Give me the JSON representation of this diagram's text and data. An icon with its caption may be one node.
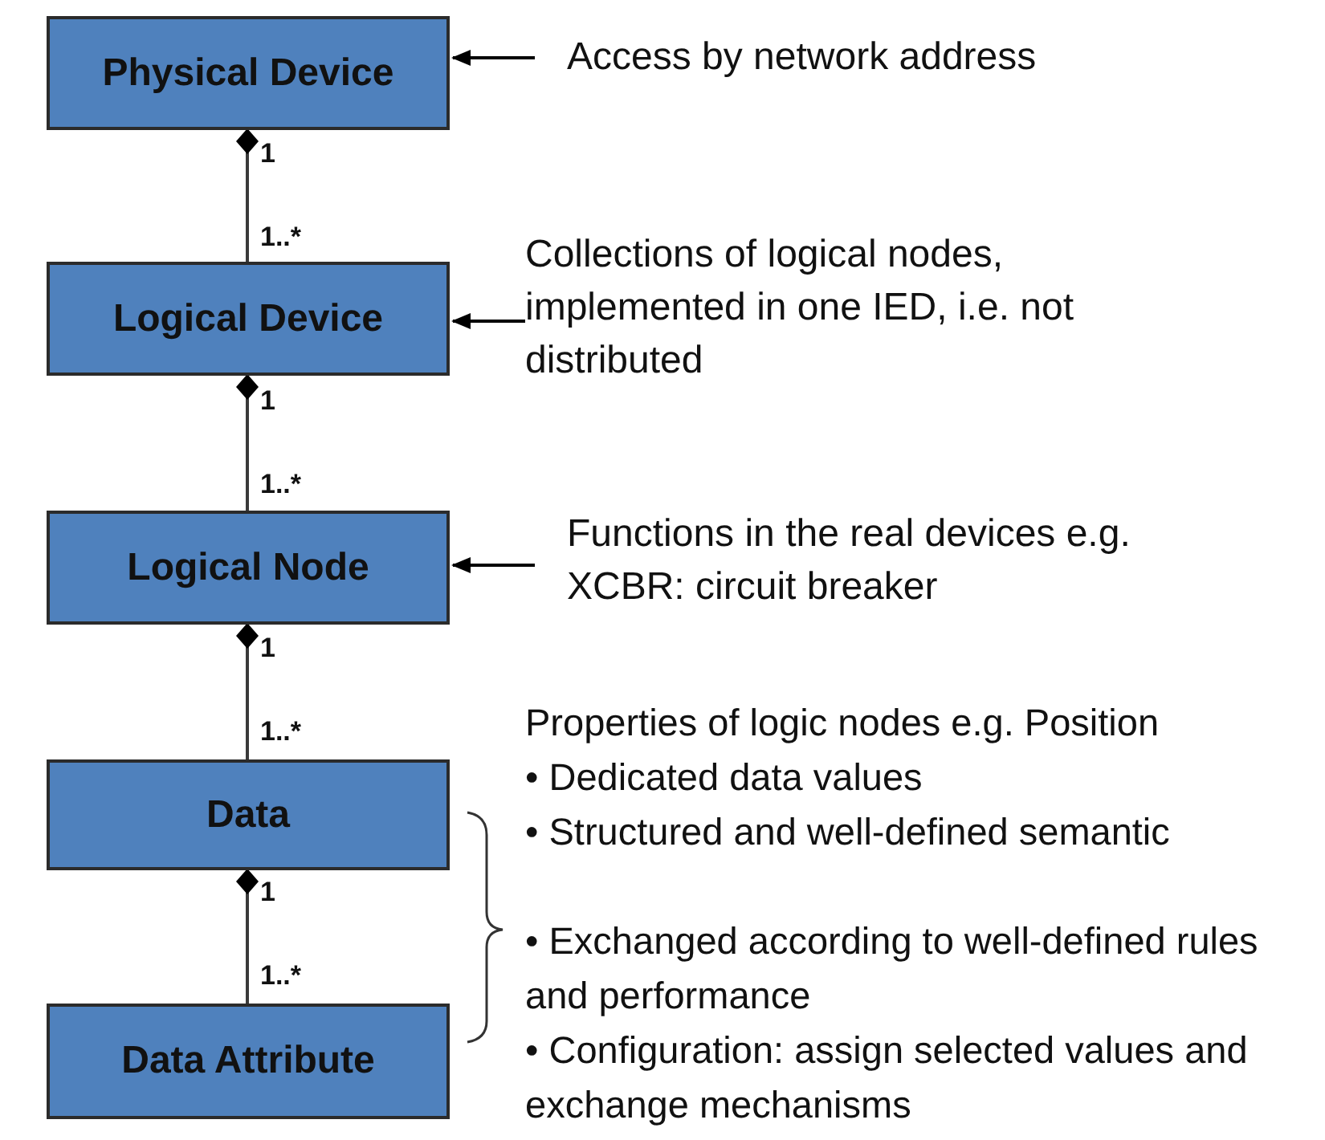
{
  "diagram": {
    "nodes": [
      {
        "text": [
          "Physical Device"
        ]
      },
      {
        "text": [
          "Logical Device"
        ]
      },
      {
        "text": [
          "Logical Node"
        ]
      },
      {
        "text": [
          "Data"
        ]
      },
      {
        "text": [
          "Data Attribute"
        ]
      },
      {
        "text": [
          "Access by network address"
        ]
      },
      {
        "text": [
          "Collections of logical nodes, implemented in one IED, i.e. not distributed"
        ]
      },
      {
        "text": [
          "Functions in the real devices e.g. XCBR: circuit breaker"
        ]
      }
    ],
    "edges": [
      {
        "from": 0,
        "to": 1,
        "arrow": "other"
      },
      {
        "from": 1,
        "to": 2,
        "arrow": "other"
      },
      {
        "from": 2,
        "to": 3,
        "arrow": "other"
      },
      {
        "from": 3,
        "to": 4,
        "arrow": "other"
      },
      {
        "from": 5,
        "to": 0,
        "arrow": "to"
      },
      {
        "from": 6,
        "to": 1,
        "arrow": "to"
      },
      {
        "from": 7,
        "to": 2,
        "arrow": "to"
      }
    ],
    "labels": [
      "1",
      "1..*",
      "1",
      "1..*",
      "1",
      "1..*",
      "Properties of logic nodes e.g. Position",
      "1",
      "• Dedicated data values",
      "• Structured and well-defined semantic",
      "• Exchanged according to well-defined rules and performance",
      "1..*",
      "• Configuration: assign selected values and exchange mechanisms"
    ]
  }
}
